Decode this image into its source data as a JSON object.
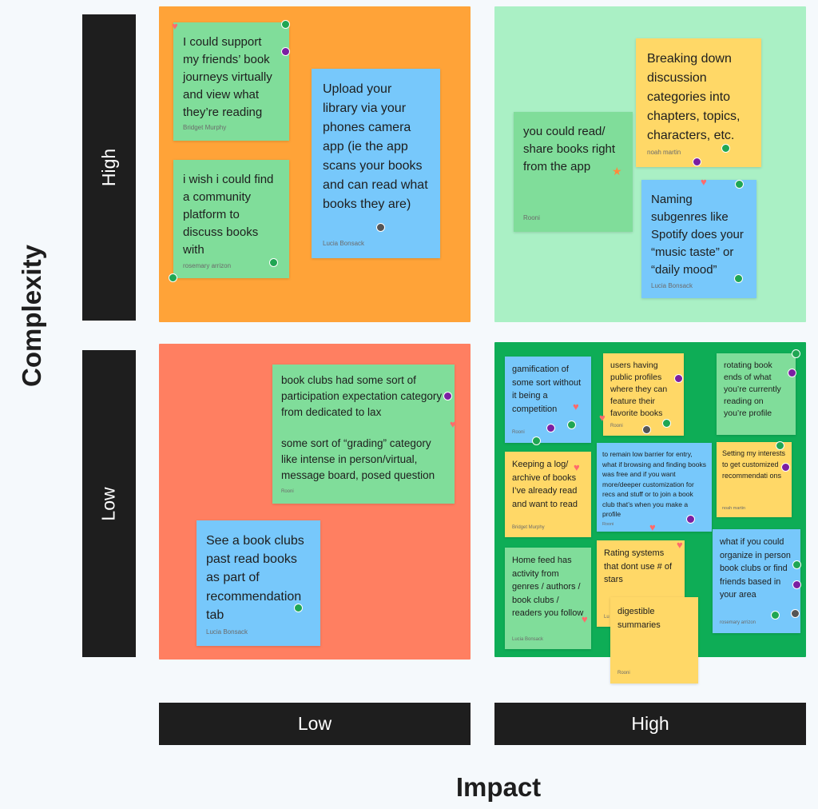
{
  "axes": {
    "y_title": "Complexity",
    "x_title": "Impact",
    "y_high": "High",
    "y_low": "Low",
    "x_low": "Low",
    "x_high": "High"
  },
  "colors": {
    "bar": "#1e1e1e",
    "quad_high_low": "#ffa338",
    "quad_high_high": "#aaf0c5",
    "quad_low_low": "#ff7f61",
    "quad_low_high": "#0ead56",
    "note_green": "#80dd9a",
    "note_blue": "#77c8fb",
    "note_yellow": "#ffd867"
  },
  "notes": {
    "n1": {
      "text": "I could support my friends’ book journeys virtually and view what they’re reading",
      "author": "Bridget Murphy"
    },
    "n2": {
      "text": "i wish i could find a community platform to discuss books with",
      "author": "rosemary arrizon"
    },
    "n3": {
      "text": "Upload your library via your phones camera app (ie the app scans your books and can read what books they are)",
      "author": "Lucia Bonsack"
    },
    "n4": {
      "text": "you could read/ share books right from the app",
      "author": "Rooni"
    },
    "n5": {
      "text": "Breaking down discussion categories into chapters, topics, characters, etc.",
      "author": "noah martin"
    },
    "n6": {
      "text": "Naming subgenres like Spotify does your “music taste” or “daily mood”",
      "author": "Lucia Bonsack"
    },
    "n7": {
      "text": "book clubs had some sort of participation expectation category from dedicated to lax\n\nsome sort of “grading” category like intense in person/virtual, message board, posed question",
      "author": "Rooni"
    },
    "n8": {
      "text": "See a book clubs past read books as part of recommendation tab",
      "author": "Lucia Bonsack"
    },
    "n9": {
      "text": "gamification of some sort without it being a competition",
      "author": "Rooni"
    },
    "n10": {
      "text": "users having public profiles where they can feature their favorite books",
      "author": "Rooni"
    },
    "n11": {
      "text": "rotating book ends of what you’re currently reading on you’re profile",
      "author": ""
    },
    "n12": {
      "text": "Keeping a log/ archive of books I’ve already read and want to read",
      "author": "Bridget Murphy"
    },
    "n13": {
      "text": "to remain low barrier for entry, what if browsing and finding books was free and if you want more/deeper customization for recs and stuff or to join a book club that’s when you make a profile",
      "author": "Rooni"
    },
    "n14": {
      "text": "Setting my interests to get customized recommendati ons",
      "author": "noah martin"
    },
    "n15": {
      "text": "Home feed has activity from genres / authors / book clubs / readers you follow",
      "author": "Lucia Bonsack"
    },
    "n16": {
      "text": "Rating systems that dont use # of stars",
      "author": "Lu"
    },
    "n17": {
      "text": "digestible summaries",
      "author": "Rooni"
    },
    "n18": {
      "text": "what if you could organize in person book clubs or find friends based in your area",
      "author": "rosemary arrizon"
    }
  }
}
